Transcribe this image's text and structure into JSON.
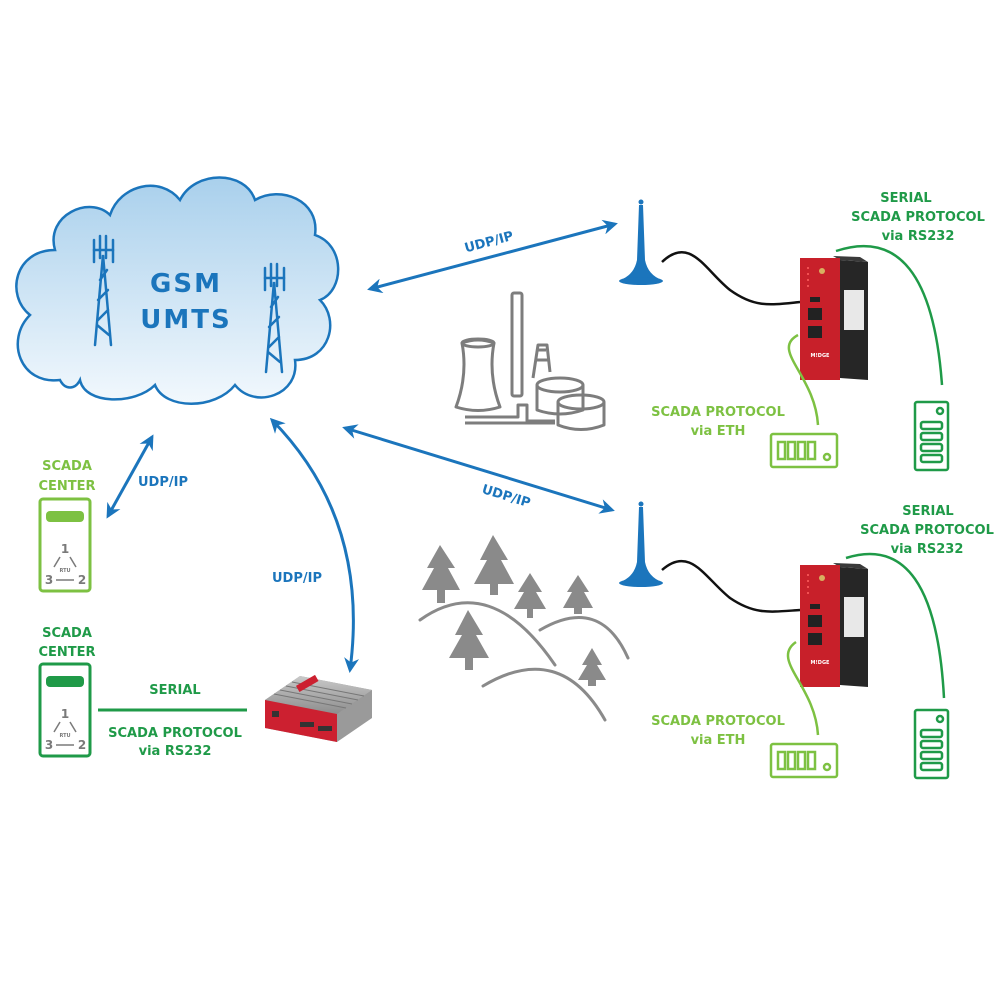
{
  "colors": {
    "network_blue": "#1b75bc",
    "cloud_fill_top": "#a9d0ec",
    "cloud_fill_bottom": "#f2f8fd",
    "light_green": "#7dc142",
    "dark_green": "#1f9a48",
    "icon_gray": "#7d7d7d",
    "router_red": "#c8202a",
    "router_body": "#2a2a2a",
    "cable_black": "#111111"
  },
  "cloud": {
    "line1": "GSM",
    "line2": "UMTS",
    "icons": [
      "cell-tower-icon",
      "cell-tower-icon"
    ]
  },
  "links": {
    "cloud_to_site1": "UDP/IP",
    "cloud_to_site2": "UDP/IP",
    "cloud_to_scada_center": "UDP/IP",
    "cloud_to_compact_router": "UDP/IP"
  },
  "scada_center_top": {
    "line1": "SCADA",
    "line2": "CENTER",
    "rtu_label": "RTU",
    "rtu_nodes": [
      "1",
      "2",
      "3"
    ]
  },
  "scada_center_bottom": {
    "line1": "SCADA",
    "line2": "CENTER",
    "rtu_label": "RTU",
    "rtu_nodes": [
      "1",
      "2",
      "3"
    ],
    "link_label_top": "SERIAL",
    "link_label_bottom1": "SCADA PROTOCOL",
    "link_label_bottom2": "via RS232"
  },
  "sites": [
    {
      "scene_icon": "industrial-plant-icon",
      "serial_label1": "SERIAL",
      "serial_label2": "SCADA PROTOCOL",
      "serial_label3": "via RS232",
      "eth_label1": "SCADA PROTOCOL",
      "eth_label2": "via ETH",
      "router_brand": "M!DGE"
    },
    {
      "scene_icon": "forest-hills-icon",
      "serial_label1": "SERIAL",
      "serial_label2": "SCADA PROTOCOL",
      "serial_label3": "via RS232",
      "eth_label1": "SCADA PROTOCOL",
      "eth_label2": "via ETH",
      "router_brand": "M!DGE"
    }
  ]
}
